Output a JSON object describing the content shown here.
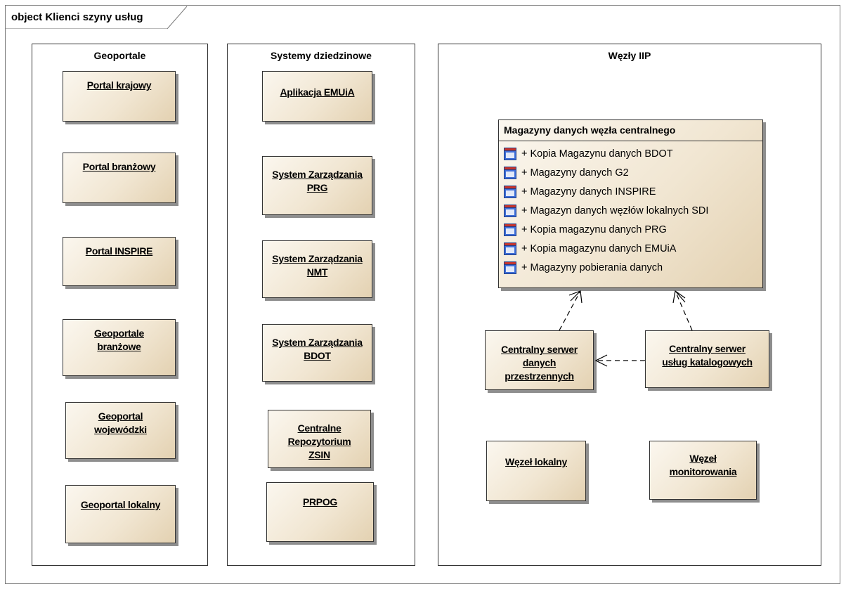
{
  "diagram": {
    "title": "object Klienci szyny usług",
    "packages": [
      {
        "title": "Geoportale",
        "objects": [
          {
            "lines": [
              "Portal krajowy"
            ]
          },
          {
            "lines": [
              "Portal branżowy"
            ]
          },
          {
            "lines": [
              "Portal INSPIRE"
            ]
          },
          {
            "lines": [
              "Geoportale",
              "branżowe"
            ]
          },
          {
            "lines": [
              "Geoportal",
              "wojewódzki"
            ]
          },
          {
            "lines": [
              "Geoportal lokalny"
            ]
          }
        ]
      },
      {
        "title": "Systemy dziedzinowe",
        "objects": [
          {
            "lines": [
              "Aplikacja EMUiA"
            ]
          },
          {
            "lines": [
              "System Zarządzania",
              "PRG"
            ]
          },
          {
            "lines": [
              "System Zarządzania",
              "NMT"
            ]
          },
          {
            "lines": [
              "System Zarządzania",
              "BDOT"
            ]
          },
          {
            "lines": [
              "Centralne",
              "Repozytorium",
              "ZSIN"
            ]
          },
          {
            "lines": [
              "PRPOG"
            ]
          }
        ]
      },
      {
        "title": "Węzły IIP",
        "component": {
          "title": "Magazyny danych węzła centralnego",
          "items": [
            "+ Kopia Magazynu danych BDOT",
            "+ Magazyny danych G2",
            "+ Magazyny danych INSPIRE",
            "+ Magazyn danych węzłów lokalnych SDI",
            "+ Kopia magazynu danych PRG",
            "+ Kopia magazynu danych EMUiA",
            "+ Magazyny pobierania danych"
          ]
        },
        "objects": [
          {
            "lines": [
              "Centralny serwer",
              "danych",
              "przestrzennych"
            ]
          },
          {
            "lines": [
              "Centralny serwer",
              "usług katalogowych"
            ]
          },
          {
            "lines": [
              "Węzeł lokalny"
            ]
          },
          {
            "lines": [
              "Węzeł",
              "monitorowania"
            ]
          }
        ]
      }
    ],
    "colors": {
      "object_fill_light": "#fbf7ef",
      "object_fill_dark": "#e3d1b1",
      "shadow": "#8e8e8e",
      "icon_blue": "#3f6fd8",
      "icon_red": "#c8342c"
    }
  }
}
